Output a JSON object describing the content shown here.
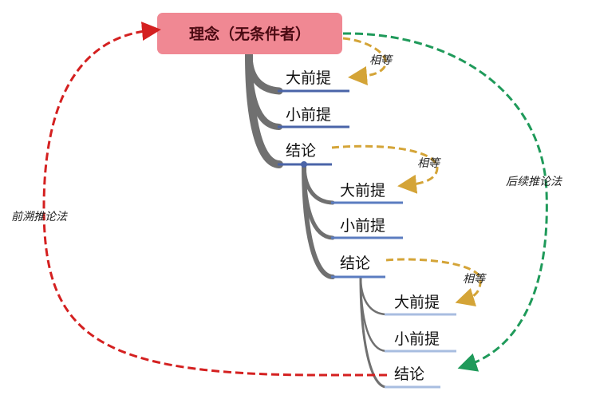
{
  "root": {
    "label": "理念（无条件者）",
    "color": "#f08893"
  },
  "level1": {
    "major": "大前提",
    "minor": "小前提",
    "conclusion": "结论"
  },
  "level2": {
    "major": "大前提",
    "minor": "小前提",
    "conclusion": "结论"
  },
  "level3": {
    "major": "大前提",
    "minor": "小前提",
    "conclusion": "结论"
  },
  "equal_labels": [
    "相等",
    "相等",
    "相等"
  ],
  "backward_label": "前溯推论法",
  "forward_label": "后续推论法",
  "colors": {
    "backward": "#d42020",
    "forward": "#1f9a5a",
    "equal": "#d4a437",
    "branch": "#707070",
    "underline": "#4a64a8"
  }
}
